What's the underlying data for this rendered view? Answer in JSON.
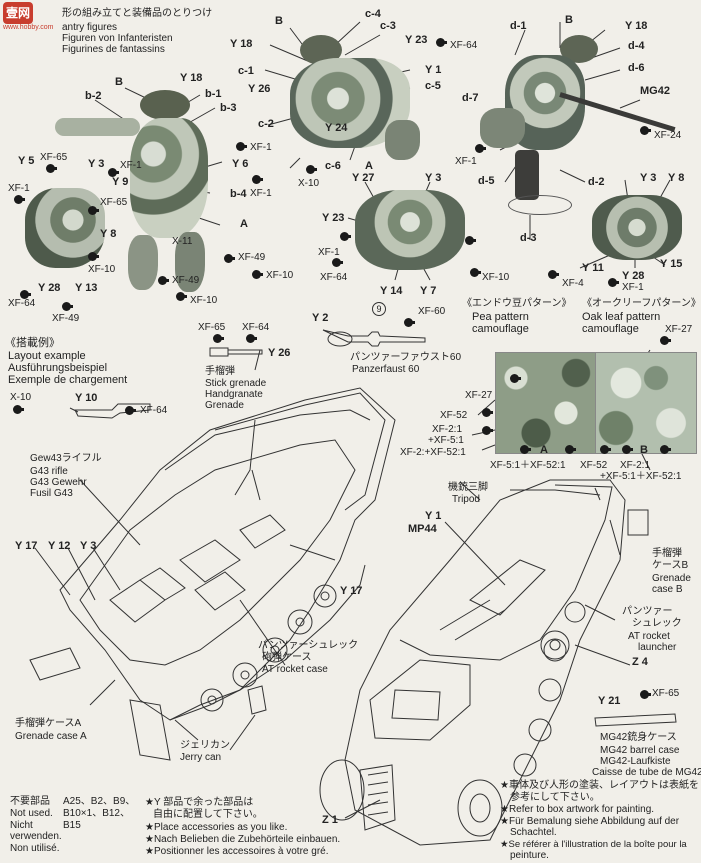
{
  "header": {
    "logo_text": "壹网",
    "logo_sub": "www.hobby.com",
    "title_jp": "形の組み立てと装備品のとりつけ",
    "title_en": "antry figures",
    "title_de": "Figuren von Infanteristen",
    "title_fr": "Figurines de fantassins"
  },
  "figure1": {
    "B": "B",
    "Y18": "Y 18",
    "b2": "b-2",
    "b1": "b-1",
    "b3": "b-3",
    "XF1a": "XF-1",
    "Y6": "Y 6",
    "b4": "b-4",
    "XF1b": "XF-1",
    "A": "A",
    "X11": "X-11",
    "XF49a": "XF-49",
    "XF10a": "XF-10",
    "XF49b": "XF-49",
    "XF10b": "XF-10"
  },
  "figure1_gear": {
    "Y5": "Y 5",
    "XF65a": "XF-65",
    "Y3": "Y 3",
    "XF1c": "XF-1",
    "XF1d": "XF-1",
    "Y9": "Y 9",
    "XF65b": "XF-65",
    "Y8": "Y 8",
    "XF10c": "XF-10",
    "Y28": "Y 28",
    "Y13": "Y 13",
    "XF64": "XF-64",
    "XF49c": "XF-49"
  },
  "figure2": {
    "B": "B",
    "c4": "c-4",
    "c3": "c-3",
    "Y18": "Y 18",
    "Y23": "Y 23",
    "XF64": "XF-64",
    "c1": "c-1",
    "Y1": "Y 1",
    "Y26": "Y 26",
    "c5": "c-5",
    "c2": "c-2",
    "Y24": "Y 24",
    "c6": "c-6",
    "X10": "X-10",
    "A": "A"
  },
  "figure3": {
    "d1": "d-1",
    "B": "B",
    "Y18": "Y 18",
    "d4": "d-4",
    "d6": "d-6",
    "MG42": "MG42",
    "d7": "d-7",
    "XF24": "XF-24",
    "XF1": "XF-1",
    "d5": "d-5",
    "d2": "d-2",
    "d3": "d-3"
  },
  "figure4": {
    "Y27": "Y 27",
    "Y3": "Y 3",
    "Y23": "Y 23",
    "XF1": "XF-1",
    "XF64": "XF-64",
    "Y14": "Y 14",
    "Y7": "Y 7",
    "XF10": "XF-10"
  },
  "figure5": {
    "Y3": "Y 3",
    "Y8": "Y 8",
    "Y15": "Y 15",
    "Y11": "Y 11",
    "Y28": "Y 28",
    "XF4": "XF-4",
    "XF1": "XF-1"
  },
  "camouflage": {
    "pea_jp": "《エンドウ豆パターン》",
    "pea_en1": "Pea pattern",
    "pea_en2": "camouflage",
    "oak_jp": "《オークリーフパターン》",
    "oak_en1": "Oak leaf pattern",
    "oak_en2": "camouflage",
    "XF27a": "XF-27",
    "XF27b": "XF-27",
    "XF52": "XF-52",
    "mix1a": "XF-2:1",
    "mix1b": "+XF-5:1",
    "mix2": "XF-2:+XF-52:1",
    "labelA": "A",
    "labelB": "B",
    "mixA": "XF-5:1＋XF-52:1",
    "XF52b": "XF-52",
    "mixB1": "XF-2:1",
    "mixB2": "+XF-5:1＋XF-52:1"
  },
  "panzerfaust": {
    "Y2": "Y 2",
    "step": "9",
    "XF60": "XF-60",
    "name_jp": "パンツァーファウスト60",
    "name_en": "Panzerfaust 60"
  },
  "grenade": {
    "XF65": "XF-65",
    "XF64": "XF-64",
    "Y26": "Y 26",
    "jp": "手榴弾",
    "en": "Stick grenade",
    "de": "Handgranate",
    "fr": "Grenade"
  },
  "layout_example": {
    "jp": "《搭載例》",
    "en": "Layout example",
    "de": "Ausführungsbeispiel",
    "fr": "Exemple de chargement"
  },
  "rifle": {
    "X10": "X-10",
    "Y10": "Y 10",
    "XF64": "XF-64",
    "jp": "Gew43ライフル",
    "en": "G43 rifle",
    "de": "G43 Gewehr",
    "fr": "Fusil G43"
  },
  "left_vehicle": {
    "Y17a": "Y 17",
    "Y12": "Y 12",
    "Y3": "Y 3",
    "Y17b": "Y 17",
    "rocket_jp1": "パンツァーシュレック",
    "rocket_jp2": "砲弾ケース",
    "rocket_en": "AT rocket case",
    "grenA_jp": "手榴弾ケースA",
    "grenA_en": "Grenade case A",
    "jerry_jp": "ジェリカン",
    "jerry_en": "Jerry can"
  },
  "right_vehicle": {
    "tripod_jp": "機銃三脚",
    "tripod_en": "Tripod",
    "Y1": "Y 1",
    "MP44": "MP44",
    "grenB_jp1": "手榴弾",
    "grenB_jp2": "ケースB",
    "grenB_en1": "Grenade",
    "grenB_en2": "case B",
    "launcher_jp1": "パンツァー",
    "launcher_jp2": "シュレック",
    "launcher_en1": "AT rocket",
    "launcher_en2": "launcher",
    "Z4": "Z 4",
    "Y21": "Y 21",
    "XF65": "XF-65",
    "barrel_jp": "MG42銃身ケース",
    "barrel_en": "MG42 barrel case",
    "barrel_de": "MG42-Laufkiste",
    "barrel_fr": "Caisse de tube de MG42",
    "Z1": "Z 1"
  },
  "footer": {
    "notused_jp": "不要部品",
    "notused_en": "Not used.",
    "notused_de1": "Nicht",
    "notused_de2": "verwenden.",
    "notused_fr": "Non utilisé.",
    "parts1": "A25、B2、B9、",
    "parts2": "B10×1、B12、",
    "parts3": "B15",
    "acc_jp1": "★Y 部品で余った部品は",
    "acc_jp2": "自由に配置して下さい。",
    "acc_en": "★Place accessories as you like.",
    "acc_de": "★Nach Belieben die Zubehörteile einbauen.",
    "acc_fr": "★Positionner les accessoires à votre gré.",
    "paint_jp1": "★車体及び人形の塗装、レイアウトは表紙を",
    "paint_jp2": "参考にして下さい。",
    "paint_en": "★Refer to box artwork for painting.",
    "paint_de1": "★Für Bemalung siehe Abbildung auf der",
    "paint_de2": "Schachtel.",
    "paint_fr1": "★Se référer à l'illustration de la boîte pour la",
    "paint_fr2": "peinture."
  },
  "colors": {
    "ink": "#222222",
    "paper": "#f1efe9",
    "camo_dark": "#6b7a66",
    "camo_light": "#c9d3c2"
  }
}
